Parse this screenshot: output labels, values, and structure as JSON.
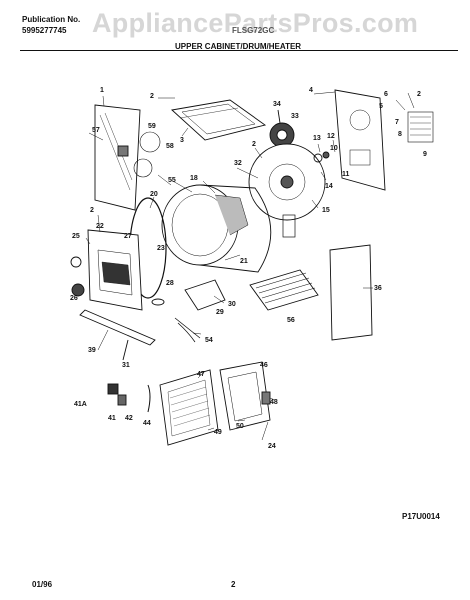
{
  "header": {
    "publication_label": "Publication No.",
    "publication_number": "5995277745",
    "watermark": "AppliancePartsPros.com",
    "model": "FLSG72GC",
    "section_title": "UPPER CABINET/DRUM/HEATER"
  },
  "callouts": [
    "1",
    "2",
    "3",
    "34",
    "33",
    "4",
    "6",
    "5",
    "2",
    "7",
    "8",
    "9",
    "57",
    "59",
    "58",
    "55",
    "13",
    "12",
    "10",
    "11",
    "14",
    "32",
    "2",
    "15",
    "18",
    "20",
    "2",
    "22",
    "27",
    "23",
    "21",
    "25",
    "26",
    "28",
    "30",
    "29",
    "56",
    "36",
    "39",
    "31",
    "54",
    "47",
    "46",
    "48",
    "49",
    "41A",
    "41",
    "42",
    "44",
    "50",
    "24"
  ],
  "footer": {
    "code": "P17U0014",
    "date": "01/96",
    "page": "2"
  }
}
